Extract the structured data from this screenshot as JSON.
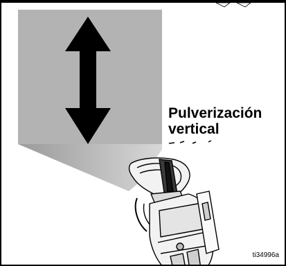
{
  "figure": {
    "label_line1": "Pulverización",
    "label_line2": "vertical",
    "figure_id": "ti34996a",
    "colors": {
      "spray_pattern": "#b3b3b3",
      "arrow": "#000000",
      "gun_outline": "#000000",
      "gun_body": "#f2f2f2"
    },
    "icons": [
      "double-arrow-icon",
      "spray-gun-icon"
    ]
  }
}
